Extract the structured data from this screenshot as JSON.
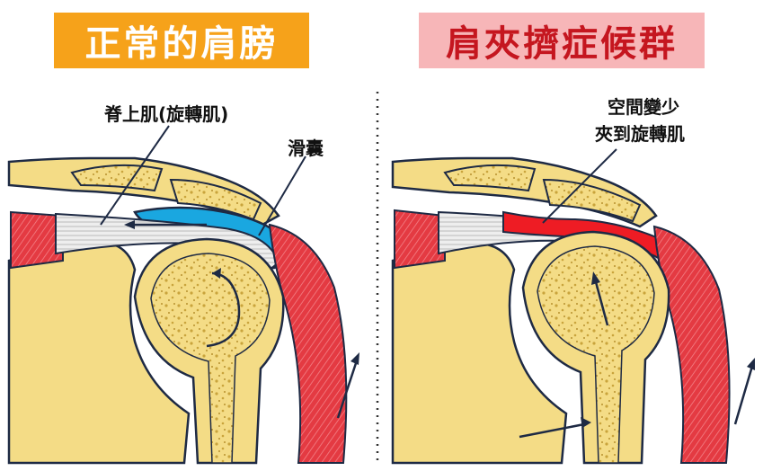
{
  "left_panel": {
    "title": "正常的肩膀",
    "label_supraspinatus": "脊上肌(旋轉肌)",
    "label_bursa": "滑囊"
  },
  "right_panel": {
    "title": "肩夾擠症候群",
    "label_line1": "空間變少",
    "label_line2": "夾到旋轉肌"
  },
  "colors": {
    "bone": "#f4dc86",
    "bone_outline": "#1e2a44",
    "muscle": "#e43a42",
    "bursa": "#1aa7e0",
    "impinged": "#ee1c24",
    "left_title_bg": "#f6a21a",
    "right_title_bg": "#f7b6b8",
    "right_title_text": "#c5161f"
  }
}
